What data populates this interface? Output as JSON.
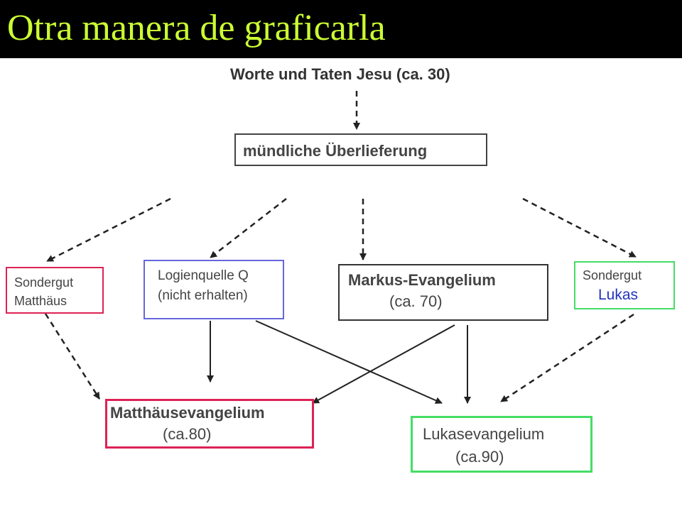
{
  "slide": {
    "title": "Otra manera de graficarla"
  },
  "diagram": {
    "top_label": "Worte und Taten Jesu (ca. 30)",
    "oral": {
      "label": "mündliche Überlieferung"
    },
    "sondergut_matthaeus": {
      "line1": "Sondergut",
      "line2": "Matthäus"
    },
    "logienquelle": {
      "line1": "Logienquelle Q",
      "line2": "(nicht erhalten)"
    },
    "markus": {
      "line1": "Markus-Evangelium",
      "line2": "(ca. 70)"
    },
    "sondergut_lukas": {
      "line1": "Sondergut",
      "line2": "Lukas"
    },
    "matthaeus": {
      "line1": "Matthäusevangelium",
      "line2": "(ca.80)"
    },
    "lukas": {
      "line1": "Lukasevangelium",
      "line2": "(ca.90)"
    }
  },
  "colors": {
    "title_text": "#ccff33",
    "title_bar": "#000000",
    "matthaeus_border": "#dd2255",
    "logienquelle_border": "#6666dd",
    "lukas_border": "#44dd66",
    "markus_border": "#333333",
    "lukas_word": "#2233bb"
  }
}
